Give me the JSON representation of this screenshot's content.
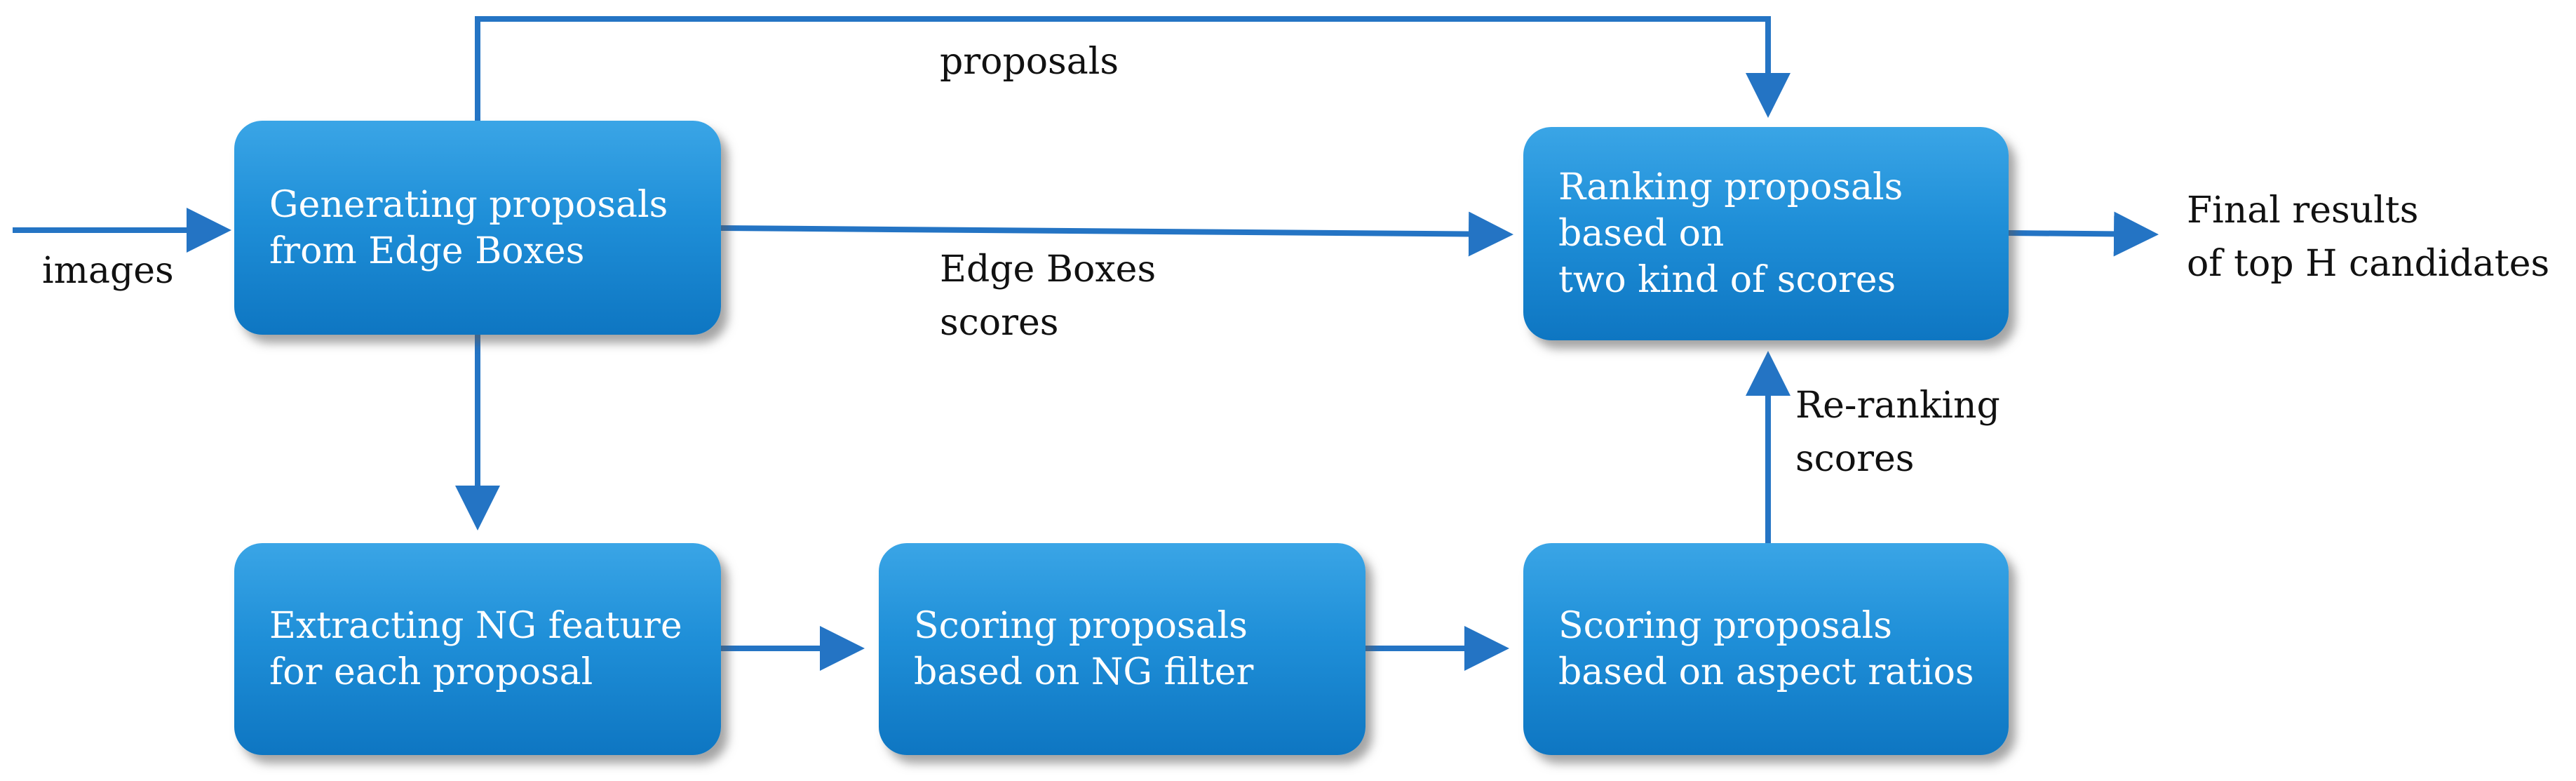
{
  "nodes": {
    "generate": {
      "lines": [
        "Generating proposals",
        "from Edge Boxes"
      ]
    },
    "rank": {
      "lines": [
        "Ranking proposals",
        "based on",
        "two kind of scores"
      ]
    },
    "extract": {
      "lines": [
        "Extracting NG feature",
        "for each proposal"
      ]
    },
    "score_ng": {
      "lines": [
        "Scoring proposals",
        "based on NG filter"
      ]
    },
    "score_aspect": {
      "lines": [
        "Scoring proposals",
        "based on aspect ratios"
      ]
    }
  },
  "labels": {
    "images": "images",
    "proposals": "proposals",
    "edge_boxes_scores": [
      "Edge Boxes",
      "scores"
    ],
    "reranking_scores": [
      "Re-ranking",
      "scores"
    ],
    "final_results": [
      "Final results",
      "of top H candidates"
    ]
  },
  "colors": {
    "node_fill": "#1f8fd8",
    "arrow": "#2474c4",
    "node_text": "#ffffff",
    "label_text": "#111111"
  }
}
